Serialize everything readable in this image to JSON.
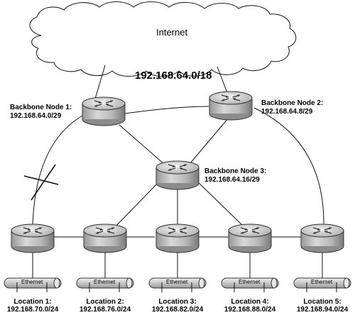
{
  "cloud": {
    "label": "Internet"
  },
  "summary_network": "192.168.64.0/18",
  "backbone_nodes": [
    {
      "name": "Backbone Node 1:",
      "subnet": "192.168.64.0/29"
    },
    {
      "name": "Backbone Node 2:",
      "subnet": "192.168.64.8/29"
    },
    {
      "name": "Backbone Node 3:",
      "subnet": "192.168.64.16/29"
    }
  ],
  "locations": [
    {
      "name": "Location 1:",
      "subnet": "192.168.70.0/24",
      "segment": "Ethernet"
    },
    {
      "name": "Location 2:",
      "subnet": "192.168.76.0/24",
      "segment": "Ethernet"
    },
    {
      "name": "Location 3:",
      "subnet": "192.168.82.0/24",
      "segment": "Ethernet"
    },
    {
      "name": "Location 4:",
      "subnet": "192.168.88.0/24",
      "segment": "Ethernet"
    },
    {
      "name": "Location 5:",
      "subnet": "192.168.94.0/24",
      "segment": "Ethernet"
    }
  ]
}
